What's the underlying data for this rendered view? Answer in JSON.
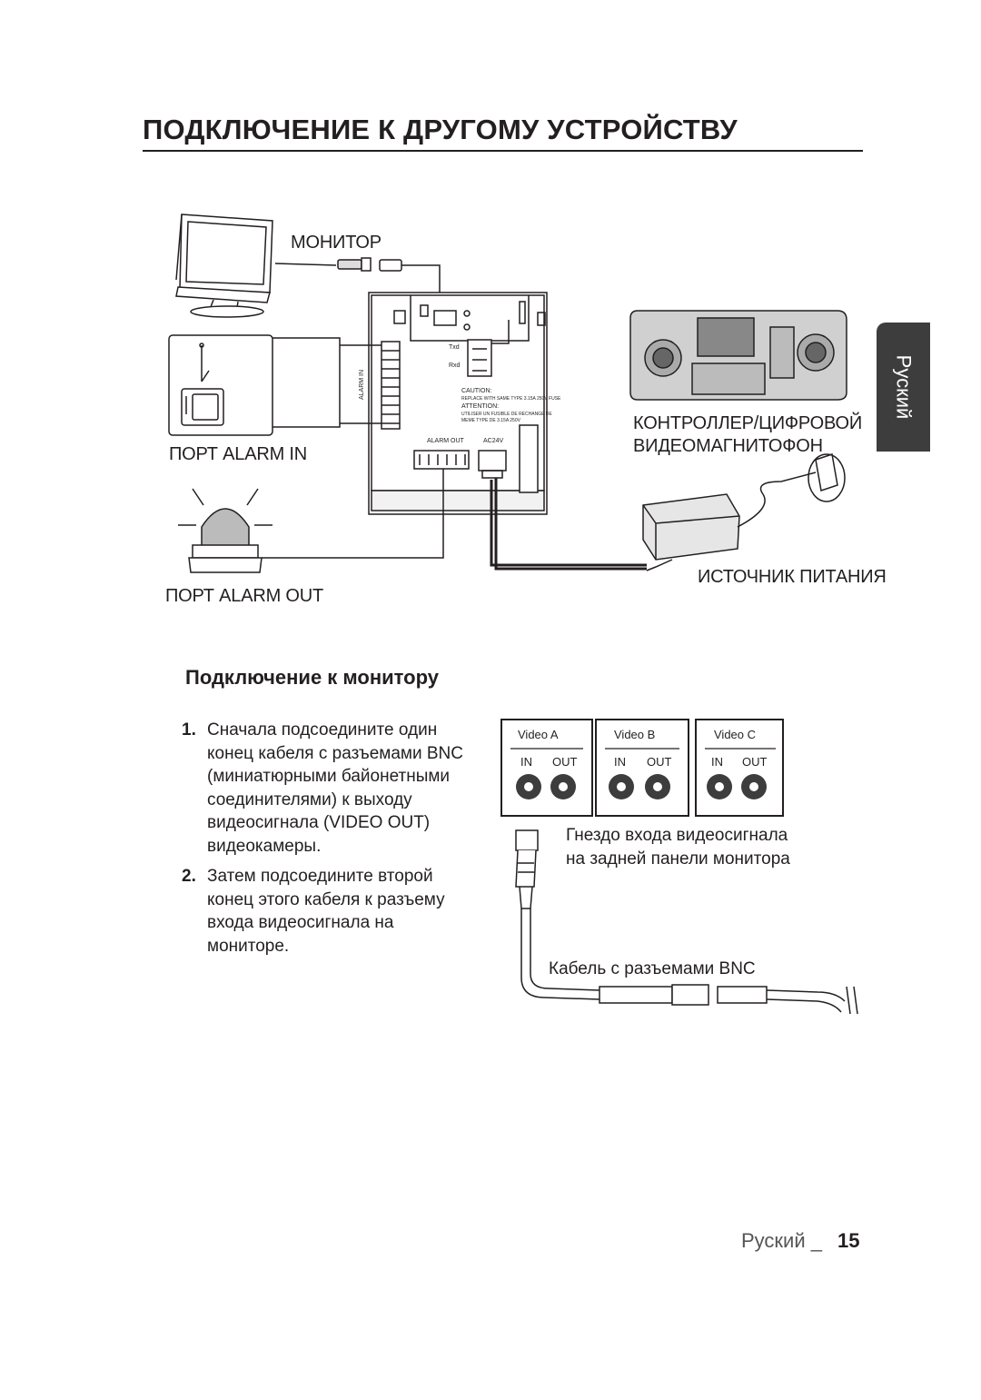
{
  "page": {
    "title": "ПОДКЛЮЧЕНИЕ К ДРУГОМУ УСТРОЙСТВУ",
    "side_tab": "Руский",
    "footer_lang": "Руский _",
    "page_number": "15"
  },
  "diagram": {
    "monitor_label": "МОНИТОР",
    "alarm_in_label": "ПОРТ ALARM IN",
    "alarm_out_label": "ПОРТ ALARM OUT",
    "controller_label_1": "КОНТРОЛЛЕР/ЦИФРОВОЙ",
    "controller_label_2": "ВИДЕОМАГНИТОФОН",
    "power_label": "ИСТОЧНИК ПИТАНИЯ",
    "board": {
      "txd": "Txd",
      "rxd": "Rxd",
      "alarm_in_vertical": "ALARM IN",
      "caution": "CAUTION:",
      "caution_text": "REPLACE WITH SAME TYPE 3.15A 250V FUSE",
      "attention": "ATTENTION:",
      "attention_text_1": "UTILISER UN FUSIBLE DE RECHANGE DE",
      "attention_text_2": "MEME TYPE DE 3.15A 250V",
      "alarm_out": "ALARM OUT",
      "ac24v": "AC24V"
    }
  },
  "section": {
    "heading": "Подключение к монитору",
    "steps": [
      {
        "num": "1.",
        "lines": [
          "Сначала подсоедините один",
          "конец кабеля с разъемами BNC",
          "(миниатюрными байонетными",
          "соединителями) к выходу",
          "видеосигнала (VIDEO OUT)",
          "видеокамеры."
        ]
      },
      {
        "num": "2.",
        "lines": [
          "Затем подсоедините второй",
          "конец этого кабеля к разъему",
          "входа видеосигнала на",
          "мониторе."
        ]
      }
    ]
  },
  "video_panel": {
    "groups": [
      {
        "name": "Video A",
        "in": "IN",
        "out": "OUT"
      },
      {
        "name": "Video B",
        "in": "IN",
        "out": "OUT"
      },
      {
        "name": "Video C",
        "in": "IN",
        "out": "OUT"
      }
    ],
    "caption_1": "Гнездо входа видеосигнала",
    "caption_2": "на задней панели монитора",
    "cable_caption": "Кабель с разъемами BNC"
  }
}
